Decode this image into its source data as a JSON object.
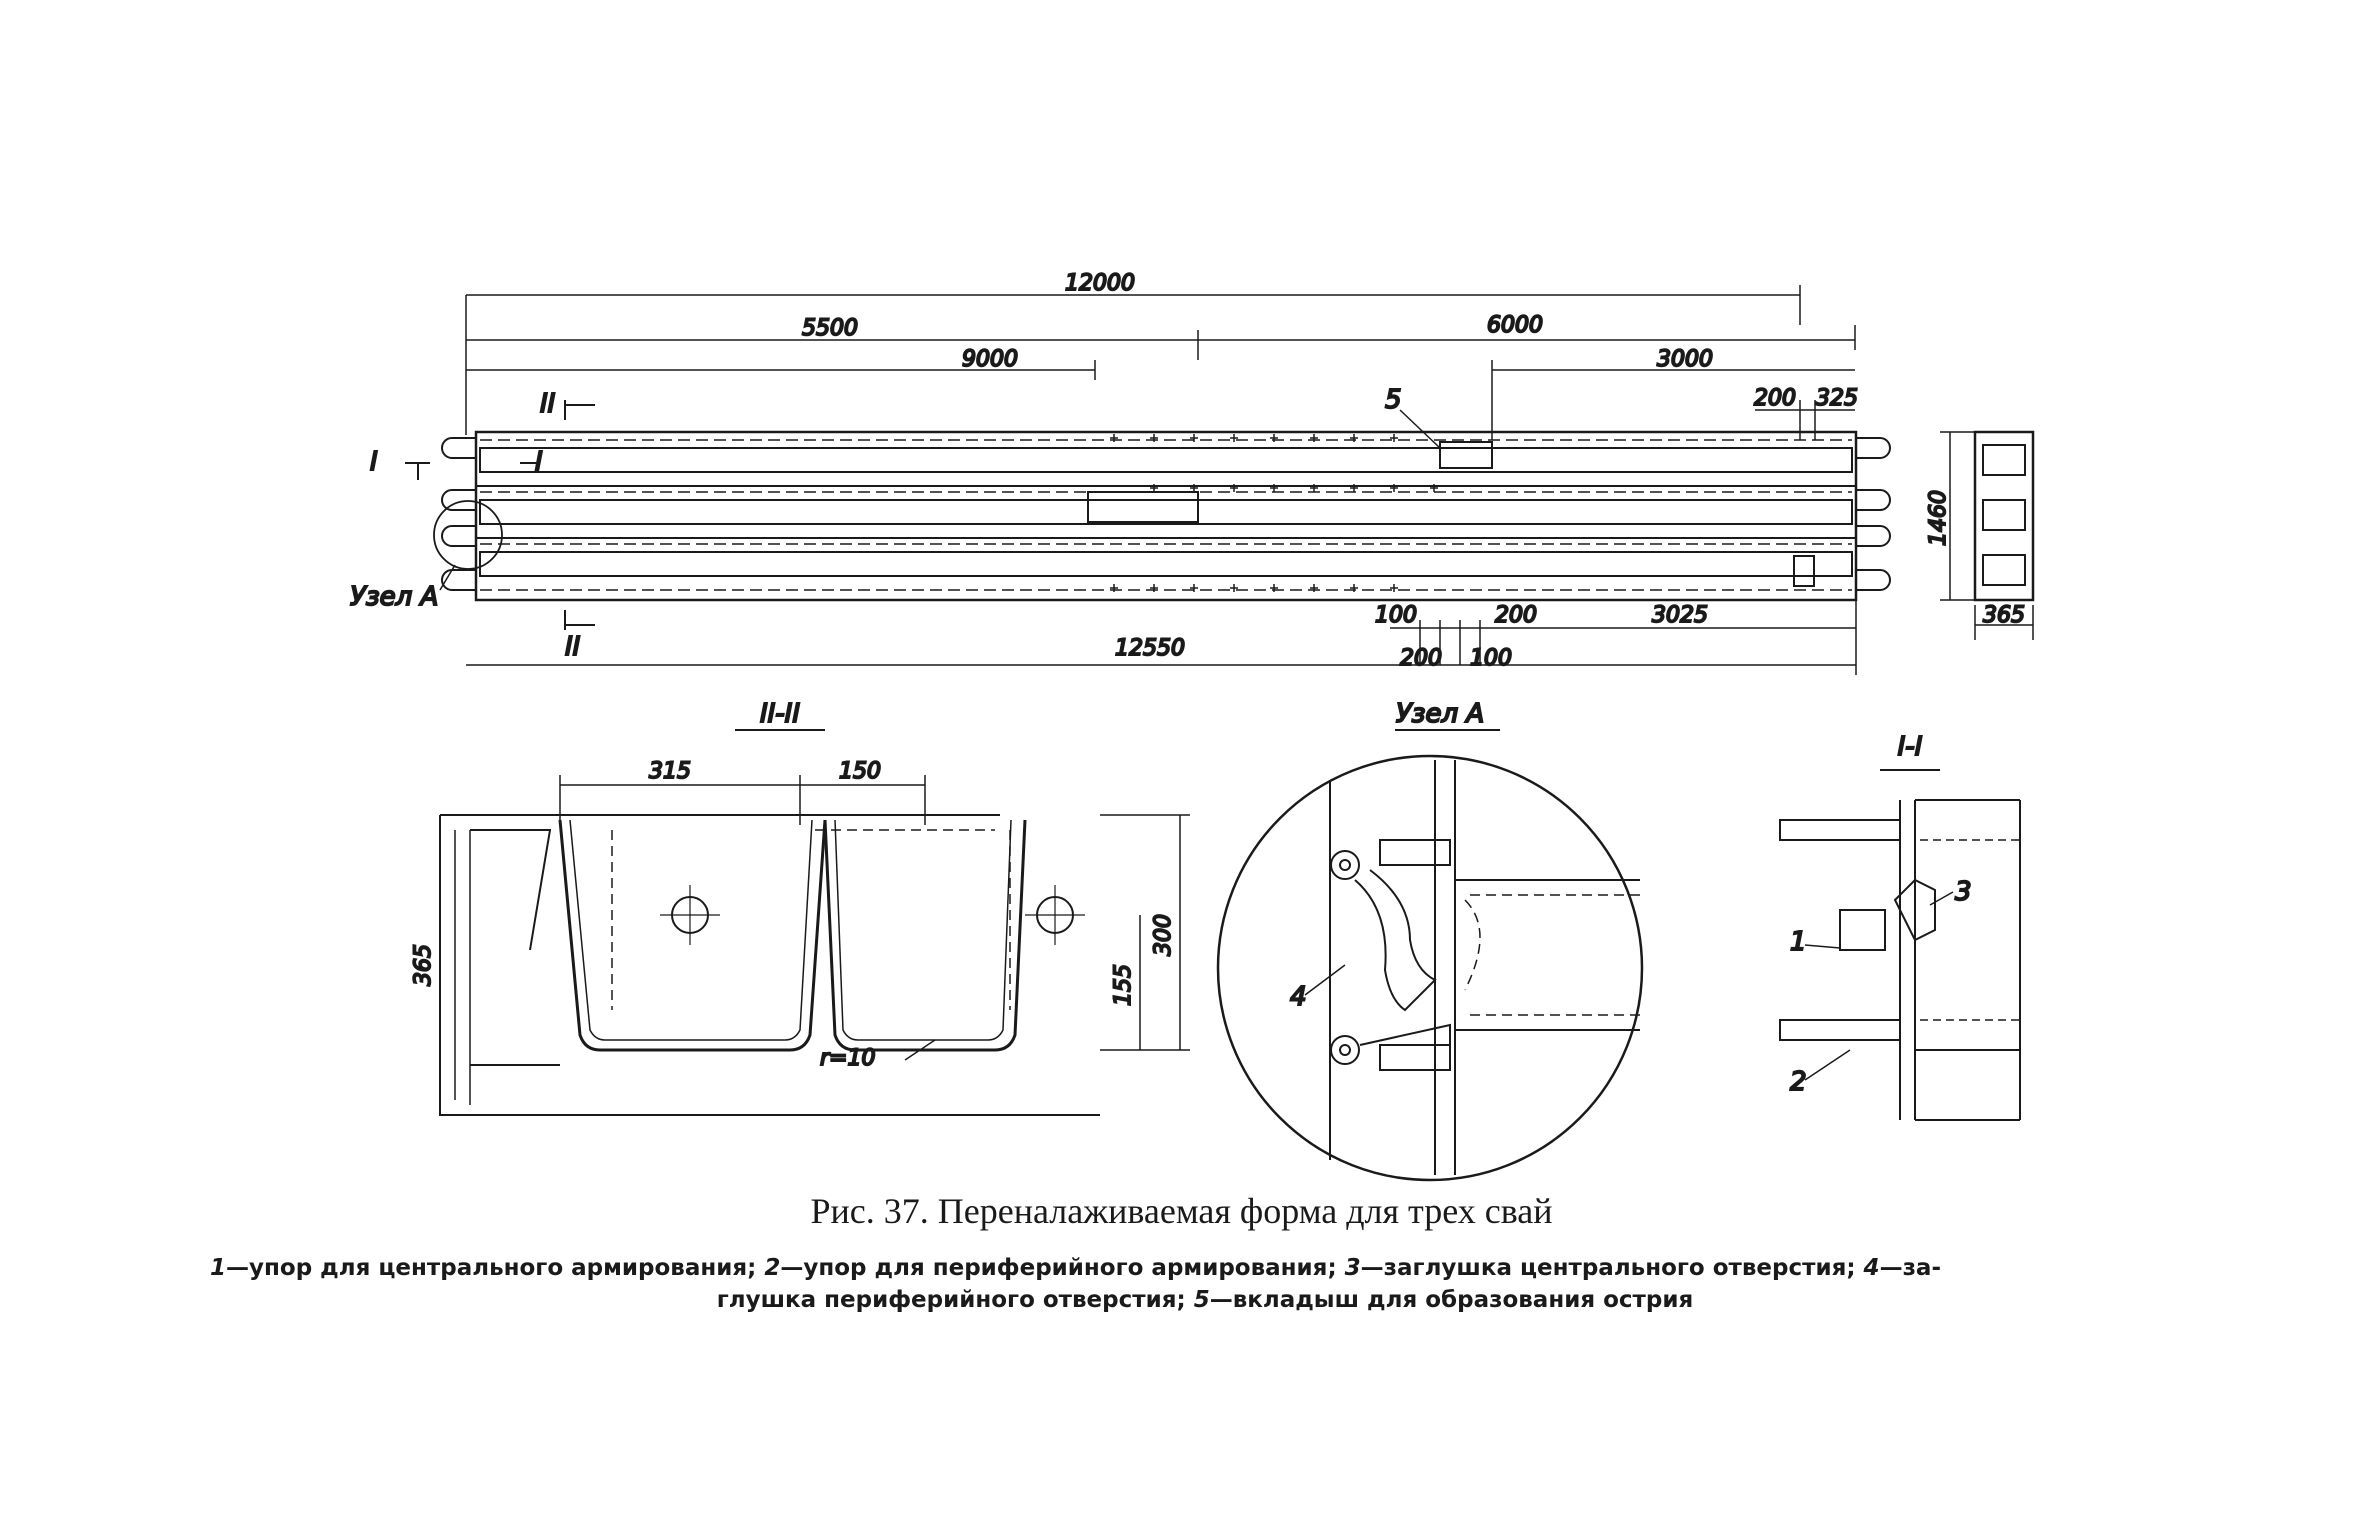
{
  "plan": {
    "dims_top": [
      "12000",
      "5500",
      "6000",
      "9000",
      "3000",
      "200",
      "325"
    ],
    "dims_right": [
      "1460",
      "365"
    ],
    "dims_bottom": [
      "100",
      "200",
      "3025",
      "12550",
      "200",
      "100"
    ],
    "section_marks": [
      "II",
      "I",
      "I",
      "II"
    ],
    "node_label": "Узел А",
    "item_5": "5"
  },
  "section_2": {
    "title": "II-II",
    "dims": [
      "315",
      "150",
      "365",
      "300",
      "155"
    ],
    "radius": "r=10"
  },
  "node_a": {
    "title": "Узел А",
    "item_4": "4"
  },
  "section_1": {
    "title": "I-I",
    "items": [
      "1",
      "2",
      "3"
    ]
  },
  "caption": "Рис. 37. Переналаживаемая форма для трех свай",
  "legend": {
    "n1": "1",
    "t1": "—упор для центрального армирования; ",
    "n2": "2",
    "t2": "—упор для периферийного армирования; ",
    "n3": "3",
    "t3": "—заглушка центрального отверстия; ",
    "n4": "4",
    "t4a": "—за-",
    "t4b": "глушка периферийного отверстия; ",
    "n5": "5",
    "t5": "—вкладыш для образования острия"
  }
}
